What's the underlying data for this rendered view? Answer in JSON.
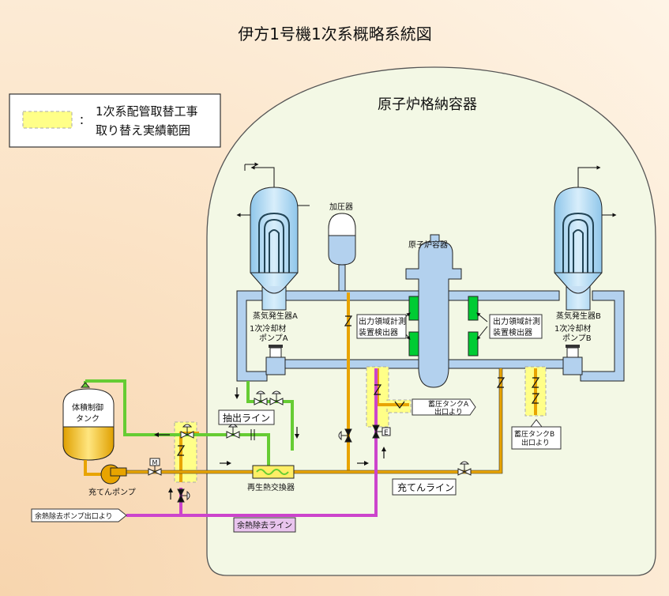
{
  "title": "伊方1号機1次系概略系統図",
  "legend": {
    "line1": "1次系配管取替工事",
    "line2": "取り替え実績範囲",
    "colon": "："
  },
  "containment_label": "原子炉格納容器",
  "labels": {
    "pressurizer": "加圧器",
    "reactor_vessel": "原子炉容器",
    "sg_a": "蒸気発生器A",
    "sg_b": "蒸気発生器B",
    "pump_a_1": "1次冷却材",
    "pump_a_2": "ポンプA",
    "pump_b_1": "1次冷却材",
    "pump_b_2": "ポンプB",
    "detector_left_1": "出力領域計測",
    "detector_left_2": "装置検出器",
    "detector_right_1": "出力領域計測",
    "detector_right_2": "装置検出器",
    "vct_1": "体積制御",
    "vct_2": "タンク",
    "letdown_line": "抽出ライン",
    "charging_line": "充てんライン",
    "charging_pump": "充てんポンプ",
    "regen_hx": "再生熱交換器",
    "rhr_line": "余熱除去ライン",
    "rhr_pump_outlet": "余熱除去ポンプ出口より",
    "acc_a_1": "蓄圧タンクA",
    "acc_a_2": "出口より",
    "acc_b_1": "蓄圧タンクB",
    "acc_b_2": "出口より",
    "motor": "M",
    "valve_e": "E"
  },
  "colors": {
    "coolant": "#b3d1ee",
    "coolant_stroke": "#111111",
    "charging": "#e8a400",
    "letdown": "#66cc33",
    "rhr": "#cc44cc",
    "highlight": "#ffff88",
    "detector": "#00cc33",
    "containment": "#f4f9e6"
  }
}
